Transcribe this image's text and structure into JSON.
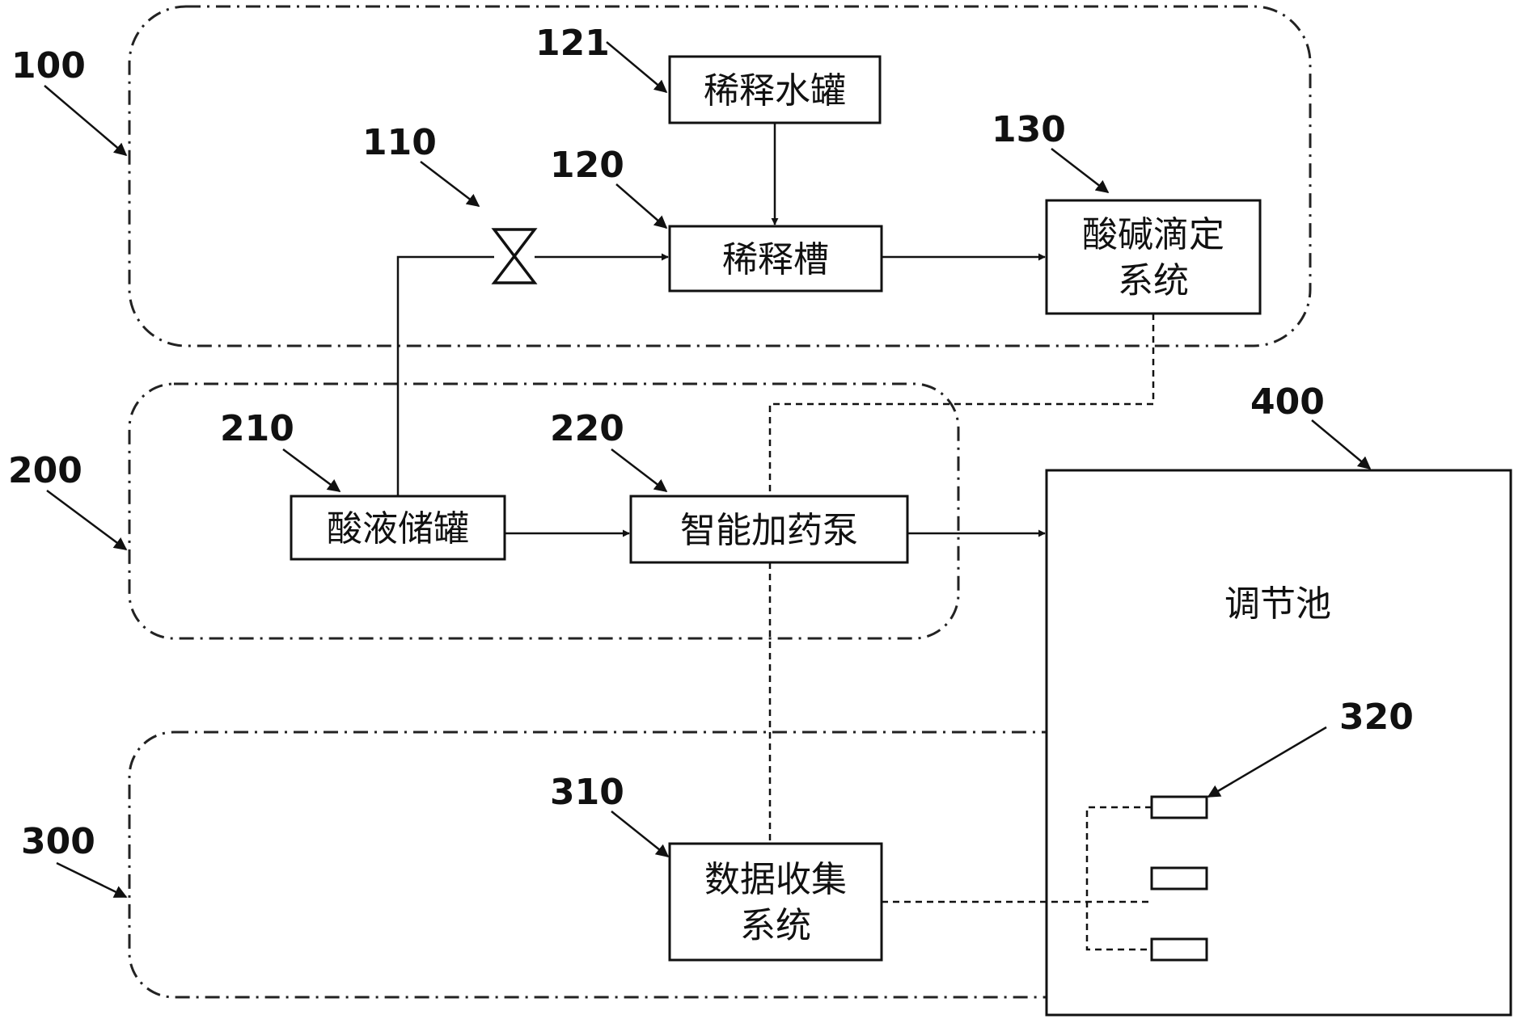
{
  "groups": {
    "g100": {
      "ref": "100"
    },
    "g200": {
      "ref": "200"
    },
    "g300": {
      "ref": "300"
    }
  },
  "components": {
    "dilution_water_tank": {
      "ref": "121",
      "label": "稀释水罐"
    },
    "valve": {
      "ref": "110"
    },
    "dilution_tank": {
      "ref": "120",
      "label": "稀释槽"
    },
    "titration_system": {
      "ref": "130",
      "line1": "酸碱滴定",
      "line2": "系统"
    },
    "acid_storage_tank": {
      "ref": "210",
      "label": "酸液储罐"
    },
    "smart_dosing_pump": {
      "ref": "220",
      "label": "智能加药泵"
    },
    "regulating_pool": {
      "ref": "400",
      "label": "调节池"
    },
    "data_collection_system": {
      "ref": "310",
      "line1": "数据收集",
      "line2": "系统"
    },
    "sensors": {
      "ref": "320"
    }
  }
}
